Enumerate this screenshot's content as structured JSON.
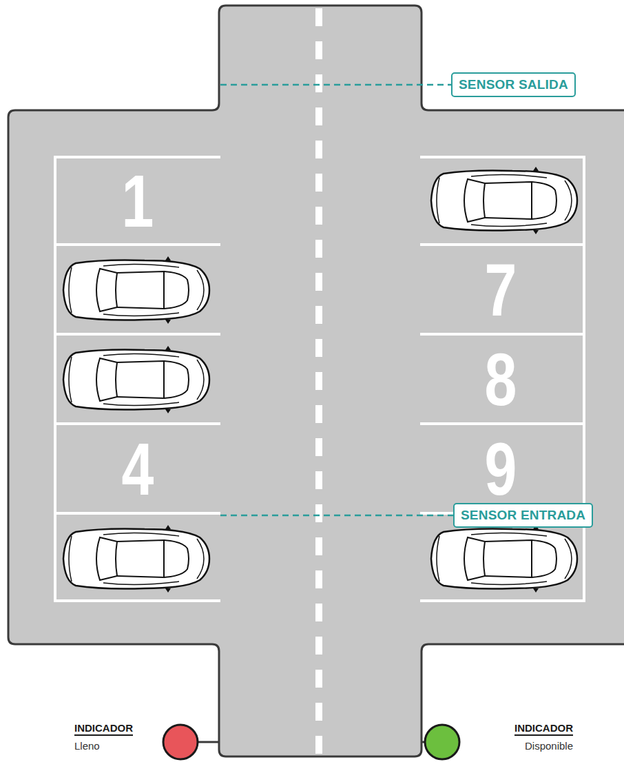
{
  "diagram": {
    "nodes": [
      {
        "text": [
          "SENSOR SALIDA"
        ]
      },
      {
        "text": [
          "SENSOR ENTRADA"
        ]
      },
      {
        "text": [
          "INDICADOR",
          "Lleno"
        ]
      },
      {
        "text": [
          "INDICADOR",
          "Disponible"
        ]
      }
    ],
    "labels": [
      "1",
      "7",
      "8",
      "4",
      "9"
    ]
  }
}
